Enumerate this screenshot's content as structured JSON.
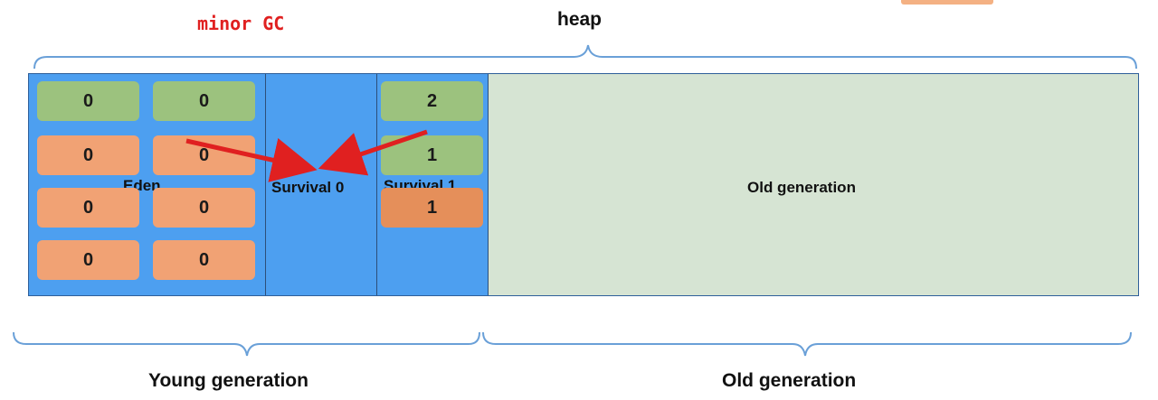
{
  "titles": {
    "minor_gc": "minor GC",
    "heap": "heap"
  },
  "regions": {
    "eden": "Eden",
    "survival0": "Survival 0",
    "survival1": "Survival 1",
    "old": "Old generation"
  },
  "eden_objects": [
    {
      "age": "0",
      "color": "green"
    },
    {
      "age": "0",
      "color": "green"
    },
    {
      "age": "0",
      "color": "orange"
    },
    {
      "age": "0",
      "color": "orange"
    },
    {
      "age": "0",
      "color": "orange"
    },
    {
      "age": "0",
      "color": "orange"
    },
    {
      "age": "0",
      "color": "orange"
    },
    {
      "age": "0",
      "color": "orange"
    }
  ],
  "survival1_objects": [
    {
      "age": "2",
      "color": "green"
    },
    {
      "age": "1",
      "color": "green"
    },
    {
      "age": "1",
      "color": "orange"
    }
  ],
  "generations": {
    "young": "Young generation",
    "old": "Old generation"
  },
  "colors": {
    "region_blue": "#4d9ff0",
    "old_gen_fill": "#d6e4d3",
    "live_object": "#9cc27e",
    "dead_object": "#f1a274",
    "arrow": "#e02020",
    "brace": "#6aa0d8"
  }
}
